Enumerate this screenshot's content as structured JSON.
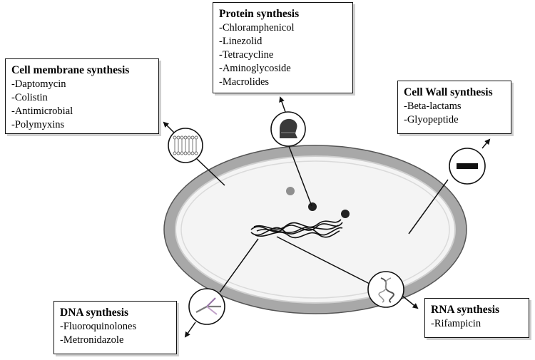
{
  "boxes": {
    "protein": {
      "title": "Protein synthesis",
      "items": [
        "-Chloramphenicol",
        "-Linezolid",
        "-Tetracycline",
        "-Aminoglycoside",
        "-Macrolides"
      ]
    },
    "membrane": {
      "title": "Cell membrane synthesis",
      "items": [
        "-Daptomycin",
        "-Colistin",
        "-Antimicrobial",
        "-Polymyxins"
      ]
    },
    "cellwall": {
      "title": "Cell Wall synthesis",
      "items": [
        "-Beta-lactams",
        "-Glyopeptide"
      ]
    },
    "dna": {
      "title": "DNA synthesis",
      "items": [
        "-Fluoroquinolones",
        "-Metronidazole"
      ]
    },
    "rna": {
      "title": "RNA synthesis",
      "items": [
        "-Rifampicin"
      ]
    }
  },
  "icons": {
    "membrane": "phospholipid-bilayer-icon",
    "protein": "ribosome-icon",
    "cellwall": "minus-bar-icon",
    "dna": "y-branch-icon",
    "rna": "helix-icon"
  },
  "colors": {
    "cell_wall": "#a8a8a8",
    "cytoplasm": "#f4f4f4",
    "membrane_ring": "#dadada",
    "ribosome_dark": "#222222",
    "ribosome_light": "#8f8f8f"
  }
}
